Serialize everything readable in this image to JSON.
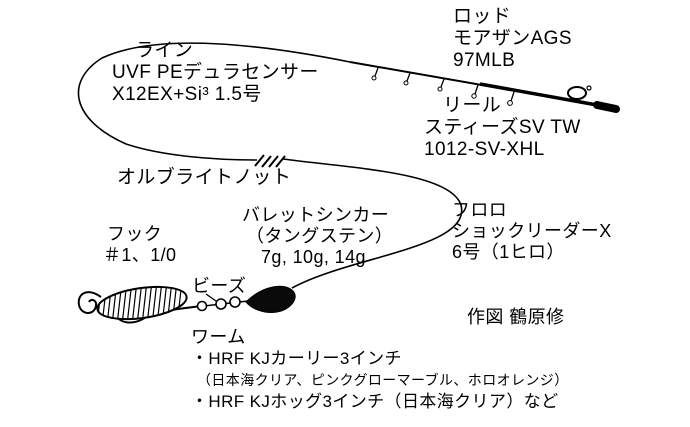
{
  "diagram": {
    "rod": {
      "label": "ロッド",
      "name": "モアザンAGS",
      "model": "97MLB"
    },
    "line": {
      "label": "ライン",
      "name": "UVF PEデュラセンサー",
      "spec": "X12EX+Si³ 1.5号"
    },
    "reel": {
      "label": "リール",
      "name": "スティーズSV TW",
      "model": "1012-SV-XHL"
    },
    "knot": {
      "label": "オルブライトノット"
    },
    "sinker": {
      "label": "バレットシンカー",
      "material": "（タングステン）",
      "weights": "7g, 10g, 14g"
    },
    "leader": {
      "label": "フロロ",
      "name": "ショックリーダーX",
      "spec": "6号（1ヒロ）"
    },
    "hook": {
      "label": "フック",
      "sizes": "＃1、1/0"
    },
    "beads": {
      "label": "ビーズ"
    },
    "worm": {
      "label": "ワーム",
      "item1": "・HRF KJカーリー3インチ",
      "item1_colors": "（日本海クリア、ピンクグローマーブル、ホロオレンジ）",
      "item2": "・HRF KJホッグ3インチ（日本海クリア）など"
    },
    "credit": "作図 鶴原修"
  },
  "colors": {
    "ink": "#000000",
    "background": "#ffffff"
  }
}
